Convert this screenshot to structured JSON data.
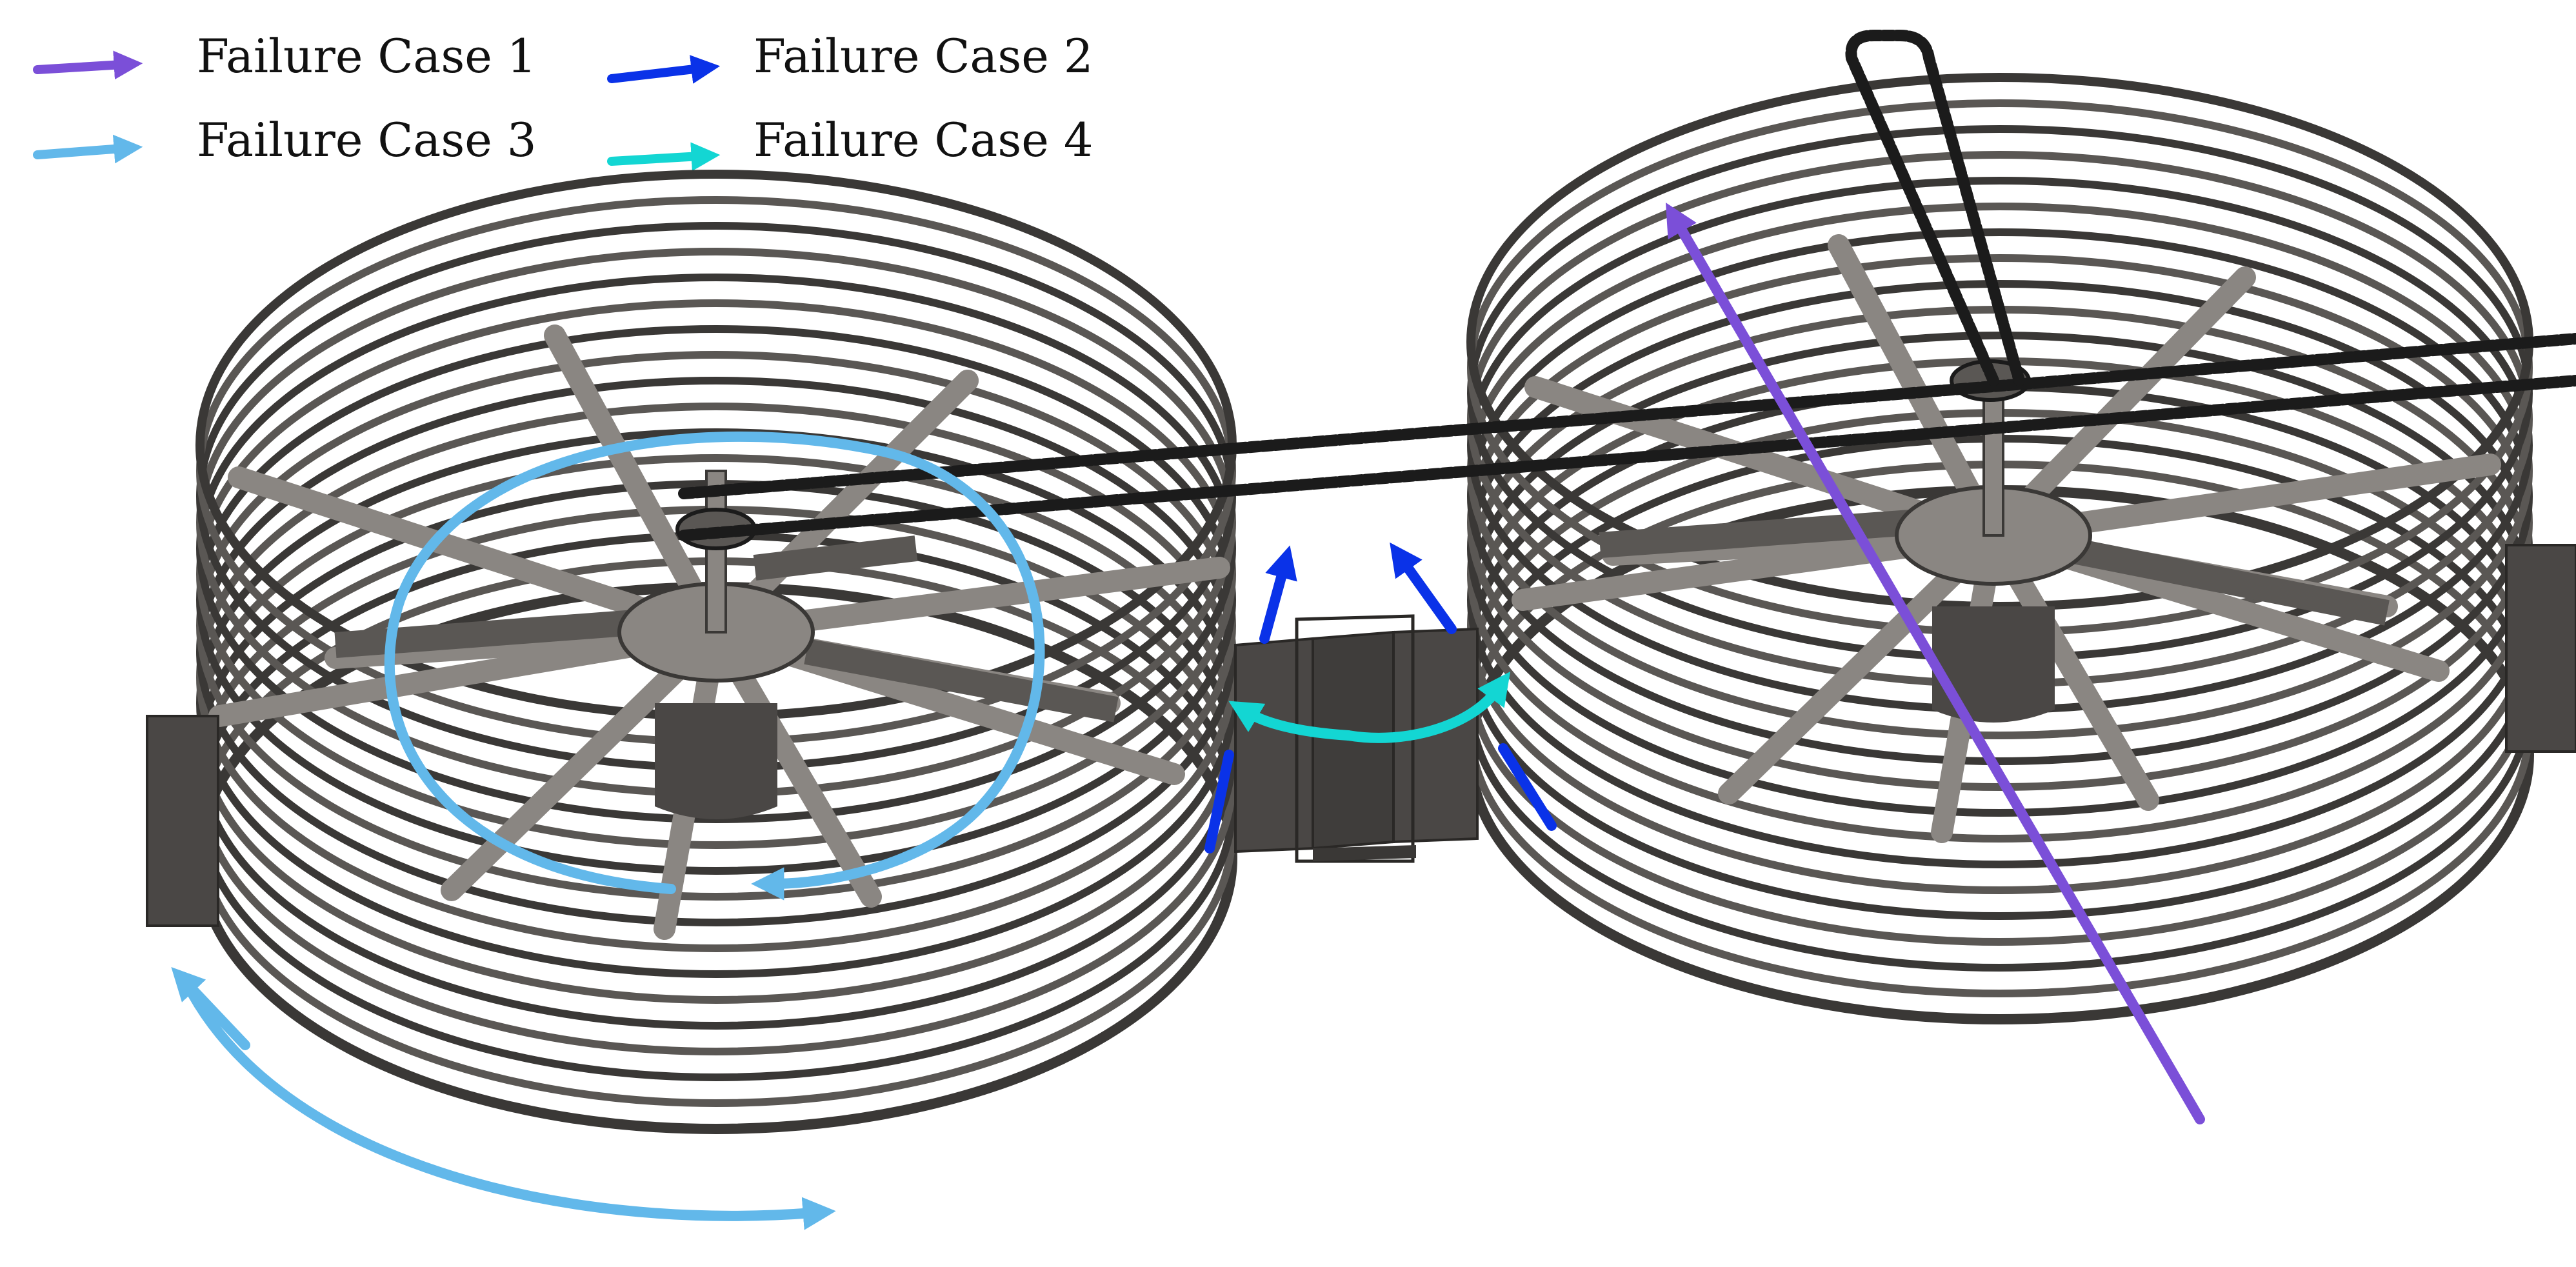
{
  "legend": {
    "items": [
      {
        "label": "Failure Case 1",
        "color": "#7B4FD8"
      },
      {
        "label": "Failure Case 2",
        "color": "#0A32E8"
      },
      {
        "label": "Failure Case 3",
        "color": "#62B8EA"
      },
      {
        "label": "Failure Case 4",
        "color": "#13D6D3"
      }
    ]
  },
  "colors": {
    "steel_dark": "#3a3836",
    "steel_mid": "#5a5754",
    "steel_light": "#8a8682",
    "chain": "#1b1b1b",
    "plate": "#4a4745"
  }
}
